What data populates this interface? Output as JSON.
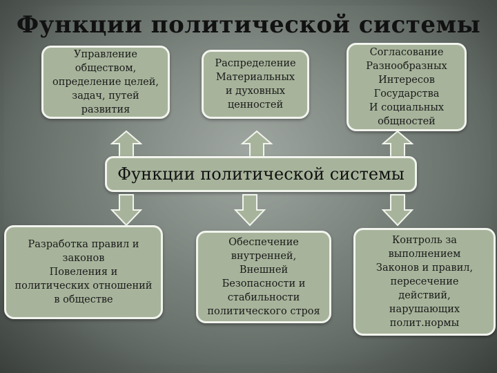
{
  "title": "Функции политической системы",
  "center_label": "Функции политической системы",
  "top_boxes": [
    "Управление\nобществом,\nопределение целей,\nзадач, путей\nразвития",
    "Распределение\nМатериальных\nи духовных\nценностей",
    "Согласование\nРазнообразных\nИнтересов\nГосударства\nИ социальных\nобщностей"
  ],
  "bottom_boxes": [
    "Разработка правил и\nзаконов\nПовеления и\nполитических отношений\nв обществе",
    "Обеспечение\nвнутренней,\nВнешней\nБезопасности и\nстабильности\nполитического строя",
    "Контроль за\nвыполнением\nЗаконов и правил,\nпересечение\nдействий,\nнарушающих\nполит.нормы"
  ],
  "colors": {
    "box_fill": "#a7b49b",
    "box_border": "#f2f4ee",
    "arrow_fill": "#a7b49b"
  }
}
